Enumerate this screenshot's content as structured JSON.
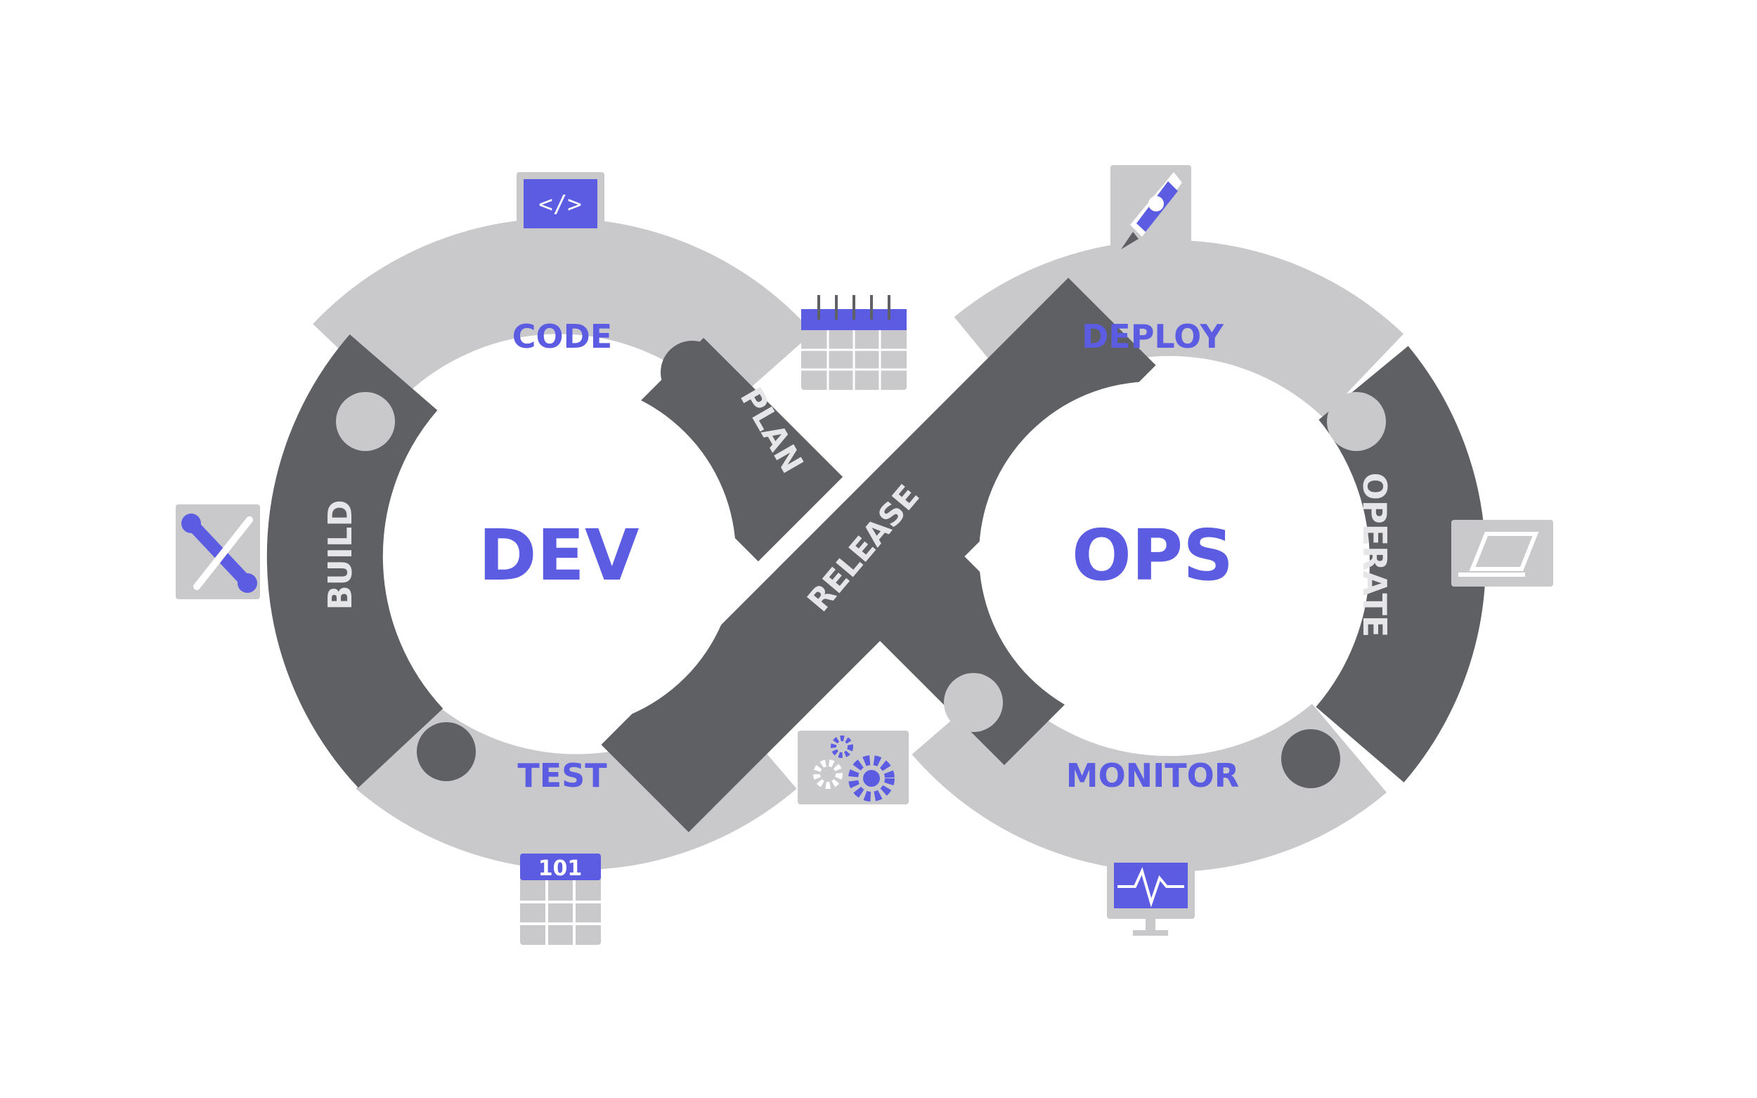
{
  "center_labels": {
    "left": "DEV",
    "right": "OPS"
  },
  "stages": {
    "code": "CODE",
    "build": "BUILD",
    "test": "TEST",
    "plan": "PLAN",
    "release": "RELEASE",
    "deploy": "DEPLOY",
    "operate": "OPERATE",
    "monitor": "MONITOR"
  },
  "icons": {
    "code": "code-monitor-icon",
    "build": "tools-icon",
    "test": "binary-table-icon",
    "plan": "calendar-icon",
    "release": "gears-icon",
    "deploy": "rocket-icon",
    "operate": "laptop-icon",
    "monitor": "heartbeat-monitor-icon",
    "test_header_text": "101"
  },
  "colors": {
    "accent": "#5b5ce2",
    "light_segment": "#c9c9cc",
    "dark_segment": "#5f6064",
    "icon_tile": "#c9c9cc",
    "label_on_dark": "#e6e6e8"
  }
}
